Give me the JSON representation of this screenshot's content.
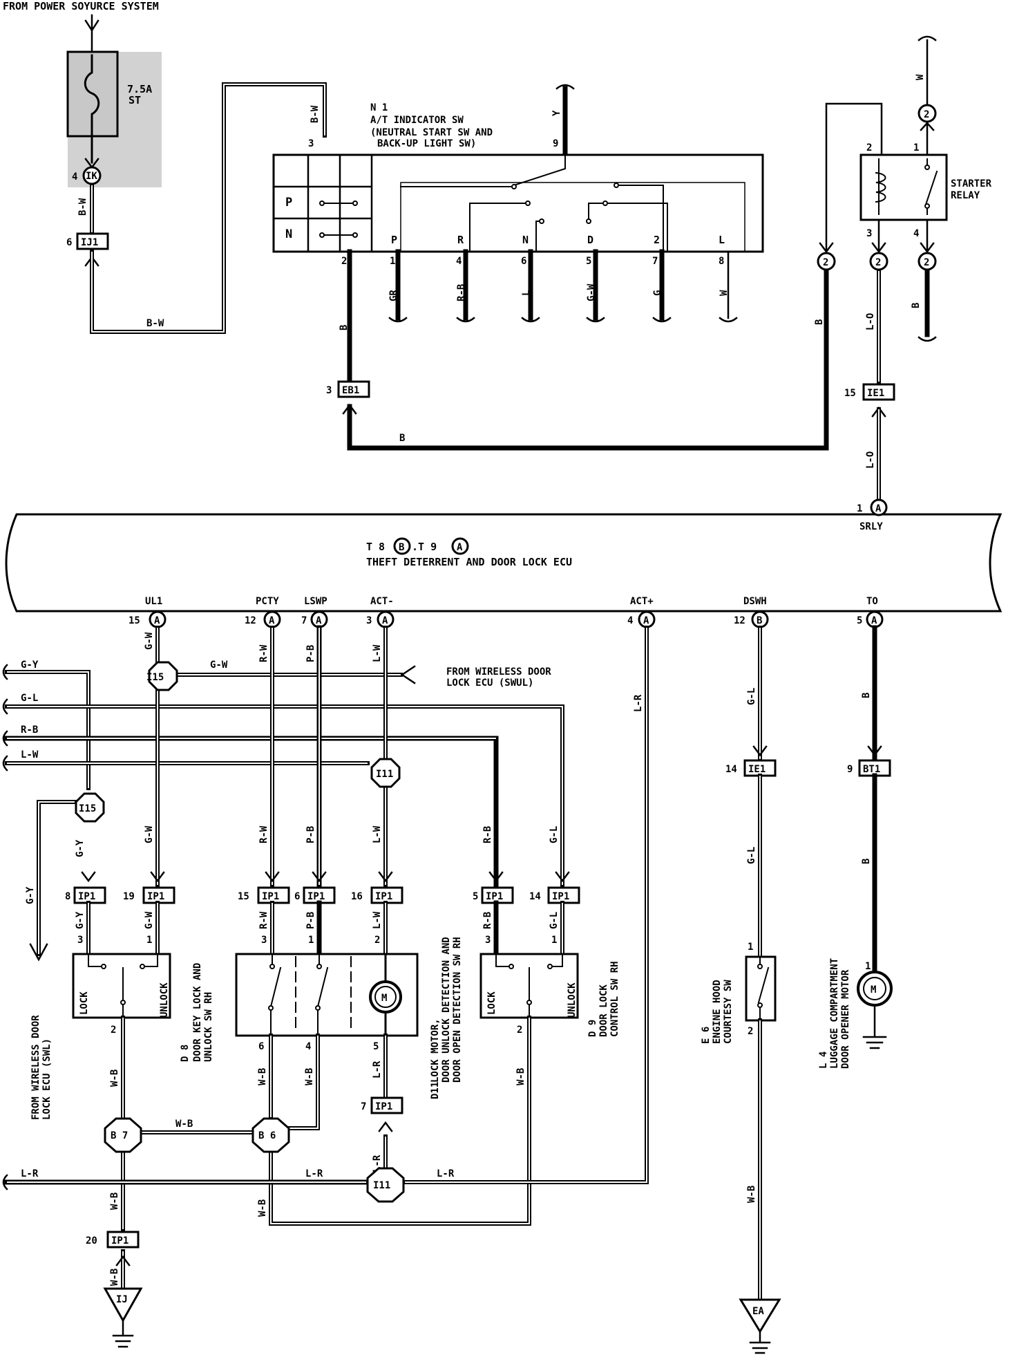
{
  "title_top": "FROM POWER SOYURCE SYSTEM",
  "fuse": {
    "rating": "7.5A",
    "name": "ST"
  },
  "connectors": {
    "ij1": "IJ1",
    "eb1": "EB1",
    "ie1_top": "IE1",
    "ie1_mid": "IE1",
    "bt1": "BT1",
    "ip1": "IP1",
    "i15": "I15",
    "i11": "I11",
    "b7": "B 7",
    "b6": "B 6",
    "ij": "IJ",
    "ea": "EA",
    "ik_circle": "IK",
    "circle_a": "A",
    "circle_b": "B",
    "circle_2": "2"
  },
  "n1": {
    "code": "N 1",
    "line1": "A/T INDICATOR SW",
    "line2": "(NEUTRAL START SW AND",
    "line3": "BACK-UP LIGHT SW)",
    "row_p": "P",
    "row_n": "N",
    "positions": [
      "P",
      "R",
      "N",
      "D",
      "2",
      "L"
    ],
    "pins": [
      "1",
      "4",
      "6",
      "5",
      "7",
      "8"
    ],
    "pin2": "2",
    "pin3": "3",
    "pin9": "9",
    "wires": [
      "GR",
      "R-B",
      "L",
      "G-W",
      "G",
      "W"
    ]
  },
  "starter_relay": {
    "label1": "STARTER",
    "label2": "RELAY",
    "pin1": "1",
    "pin2": "2",
    "pin3": "3",
    "pin4": "4"
  },
  "ecu": {
    "line1_pre": "T 8",
    "line1_mid": ".T 9",
    "line2": "THEFT DETERRENT AND DOOR LOCK ECU",
    "srly": "SRLY",
    "terminals": [
      "UL1",
      "PCTY",
      "LSWP",
      "ACT-",
      "ACT+",
      "DSWH",
      "TO"
    ],
    "pins": [
      "15",
      "12",
      "7",
      "3",
      "4",
      "12",
      "5",
      "1"
    ]
  },
  "wires": {
    "b_w": "B-W",
    "b": "B",
    "l_o": "L-O",
    "w": "W",
    "y": "Y",
    "g_w": "G-W",
    "r_w": "R-W",
    "p_b": "P-B",
    "l_w": "L-W",
    "l_r": "L-R",
    "g_l": "G-L",
    "g_y": "G-Y",
    "r_b": "R-B",
    "w_b": "W-B"
  },
  "pin_numbers": {
    "p4": "4",
    "p6": "6",
    "p3": "3",
    "p15": "15",
    "p19": "19",
    "p8": "8",
    "p16": "16",
    "p5": "5",
    "p14": "14",
    "p9": "9",
    "p20": "20",
    "p7": "7",
    "p1": "1",
    "p2": "2"
  },
  "from_wireless_swul": [
    "FROM WIRELESS DOOR",
    "LOCK ECU (SWUL)"
  ],
  "from_wireless_swl": [
    "FROM WIRELESS DOOR",
    "LOCK ECU (SWL)"
  ],
  "d8": {
    "code": "D 8",
    "line1": "DOOR KEY LOCK AND",
    "line2": "UNLOCK SW RH",
    "lock": "LOCK",
    "unlock": "UNLOCK"
  },
  "d11": {
    "code": "D11",
    "line1": "LOCK MOTOR,",
    "line2": "DOOR UNLOCK DETECTION AND",
    "line3": "DOOR OPEN DETECTION SW RH"
  },
  "d9": {
    "code": "D 9",
    "line1": "DOOR LOCK",
    "line2": "CONTROL SW RH",
    "lock": "LOCK",
    "unlock": "UNLOCK"
  },
  "e6": {
    "code": "E 6",
    "line1": "ENGINE HOOD",
    "line2": "COURTESY SW"
  },
  "l4": {
    "code": "L 4",
    "line1": "LUGGAGE COMPARTMENT",
    "line2": "DOOR OPENER MOTOR"
  },
  "motor_symbol": "M"
}
